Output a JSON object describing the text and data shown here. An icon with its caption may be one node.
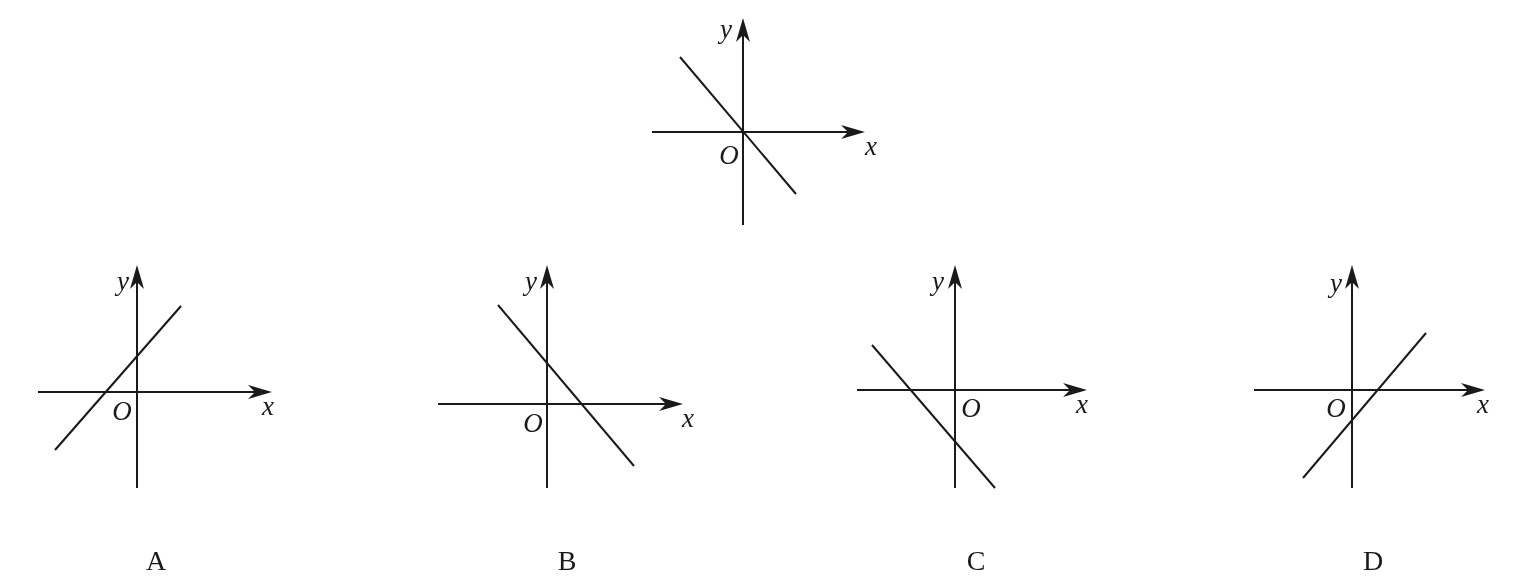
{
  "diagram": {
    "labels": [
      "y",
      "x",
      "O",
      "y",
      "x",
      "O",
      "y",
      "x",
      "O",
      "y",
      "O",
      "x",
      "y",
      "O",
      "x",
      "A",
      "B",
      "C",
      "D"
    ]
  }
}
